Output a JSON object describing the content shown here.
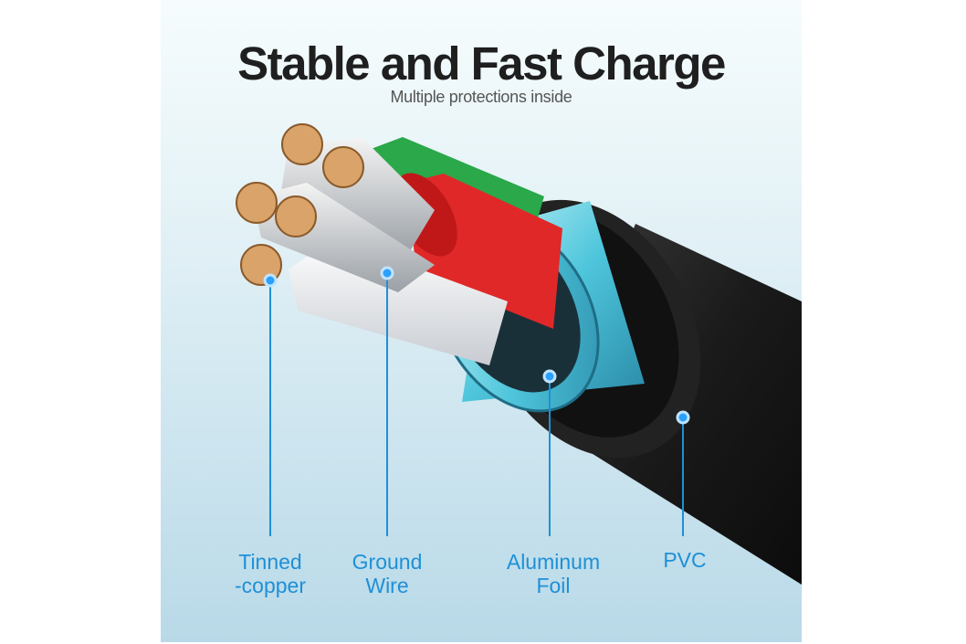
{
  "header": {
    "title": "Stable and Fast Charge",
    "subtitle": "Multiple protections inside"
  },
  "callouts": [
    {
      "line1": "Tinned",
      "line2": "-copper"
    },
    {
      "line1": "Ground",
      "line2": "Wire"
    },
    {
      "line1": "Aluminum",
      "line2": "Foil"
    },
    {
      "line1": "PVC",
      "line2": ""
    }
  ],
  "colors": {
    "accent": "#1e90d6",
    "jacket": "#1b1b1b",
    "foil": "#5fd0e0",
    "red_wire": "#e02828",
    "green_wire": "#2aa84a",
    "copper": "#d9a36a"
  }
}
